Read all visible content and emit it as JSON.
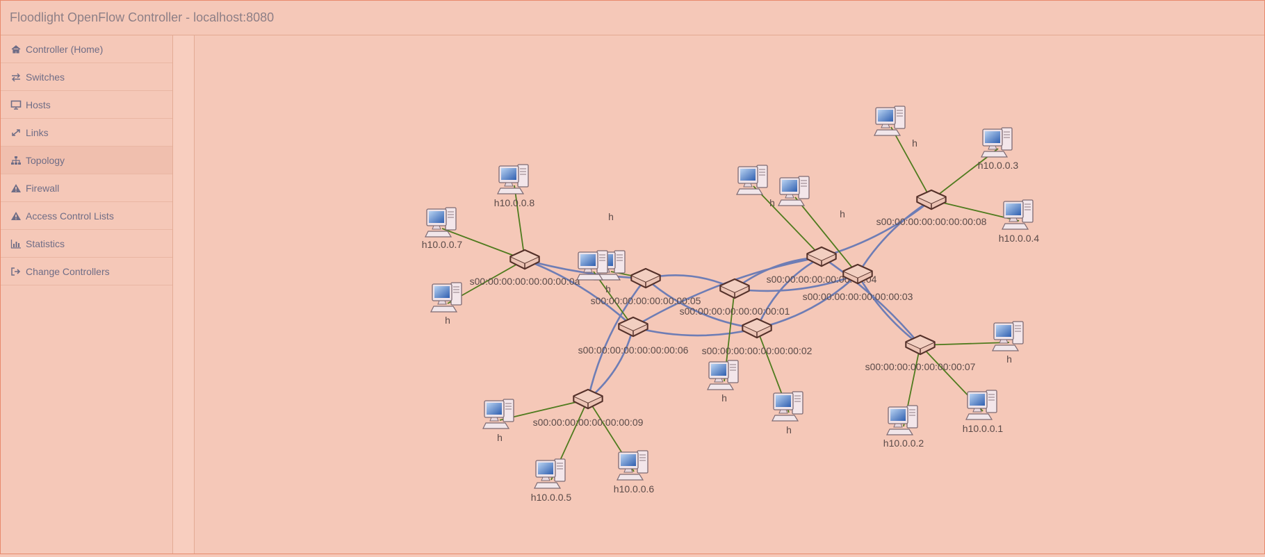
{
  "header": {
    "title": "Floodlight OpenFlow Controller - localhost:8080"
  },
  "sidebar": {
    "items": [
      {
        "label": "Controller (Home)",
        "icon": "home-icon",
        "active": false
      },
      {
        "label": "Switches",
        "icon": "exchange-icon",
        "active": false
      },
      {
        "label": "Hosts",
        "icon": "desktop-icon",
        "active": false
      },
      {
        "label": "Links",
        "icon": "resize-icon",
        "active": false
      },
      {
        "label": "Topology",
        "icon": "sitemap-icon",
        "active": true
      },
      {
        "label": "Firewall",
        "icon": "warning-icon",
        "active": false
      },
      {
        "label": "Access Control Lists",
        "icon": "warning-icon",
        "active": false
      },
      {
        "label": "Statistics",
        "icon": "bar-chart-icon",
        "active": false
      },
      {
        "label": "Change Controllers",
        "icon": "sign-out-icon",
        "active": false
      }
    ]
  },
  "colors": {
    "switch_link": "#6e7db5",
    "host_link": "#4f7b1e",
    "switch_fill": "#e9b9a8",
    "switch_stroke": "#5b3328"
  },
  "topology": {
    "switches": [
      {
        "id": "s0a",
        "label": "s00:00:00:00:00:00:00:0a"
      },
      {
        "id": "s05",
        "label": "s00:00:00:00:00:00:00:05"
      },
      {
        "id": "s01",
        "label": "s00:00:00:00:00:00:00:01"
      },
      {
        "id": "s04",
        "label": "s00:00:00:00:00:00:00:04"
      },
      {
        "id": "s03",
        "label": "s00:00:00:00:00:00:00:03"
      },
      {
        "id": "s08",
        "label": "s00:00:00:00:00:00:00:08"
      },
      {
        "id": "s06",
        "label": "s00:00:00:00:00:00:00:06"
      },
      {
        "id": "s02",
        "label": "s00:00:00:00:00:00:00:02"
      },
      {
        "id": "s07",
        "label": "s00:00:00:00:00:00:00:07"
      },
      {
        "id": "s09",
        "label": "s00:00:00:00:00:00:00:09"
      }
    ],
    "hosts": [
      {
        "id": "h8",
        "label": "h10.0.0.8",
        "switch": "s0a"
      },
      {
        "id": "h7",
        "label": "h10.0.0.7",
        "switch": "s0a"
      },
      {
        "id": "ha1",
        "label": "h",
        "switch": "s0a"
      },
      {
        "id": "ha2",
        "label": "h",
        "switch": "s05"
      },
      {
        "id": "ha3",
        "label": "h",
        "switch": "s06"
      },
      {
        "id": "ha4",
        "label": "h",
        "switch": "s04"
      },
      {
        "id": "ha5",
        "label": "h",
        "switch": "s03"
      },
      {
        "id": "ha6",
        "label": "h",
        "switch": "s08"
      },
      {
        "id": "h3",
        "label": "h10.0.0.3",
        "switch": "s08"
      },
      {
        "id": "h4",
        "label": "h10.0.0.4",
        "switch": "s08"
      },
      {
        "id": "ha7",
        "label": "h",
        "switch": "s01"
      },
      {
        "id": "ha8",
        "label": "h",
        "switch": "s02"
      },
      {
        "id": "ha9",
        "label": "h",
        "switch": "s07"
      },
      {
        "id": "h1",
        "label": "h10.0.0.1",
        "switch": "s07"
      },
      {
        "id": "h2",
        "label": "h10.0.0.2",
        "switch": "s07"
      },
      {
        "id": "ha10",
        "label": "h",
        "switch": "s09"
      },
      {
        "id": "h5",
        "label": "h10.0.0.5",
        "switch": "s09"
      },
      {
        "id": "h6",
        "label": "h10.0.0.6",
        "switch": "s09"
      }
    ],
    "links": [
      [
        "s0a",
        "s05"
      ],
      [
        "s0a",
        "s06"
      ],
      [
        "s05",
        "s01"
      ],
      [
        "s05",
        "s02"
      ],
      [
        "s05",
        "s09"
      ],
      [
        "s06",
        "s09"
      ],
      [
        "s06",
        "s02"
      ],
      [
        "s06",
        "s04"
      ],
      [
        "s01",
        "s04"
      ],
      [
        "s01",
        "s03"
      ],
      [
        "s02",
        "s04"
      ],
      [
        "s02",
        "s03"
      ],
      [
        "s04",
        "s07"
      ],
      [
        "s04",
        "s08"
      ],
      [
        "s03",
        "s08"
      ],
      [
        "s03",
        "s07"
      ]
    ]
  }
}
